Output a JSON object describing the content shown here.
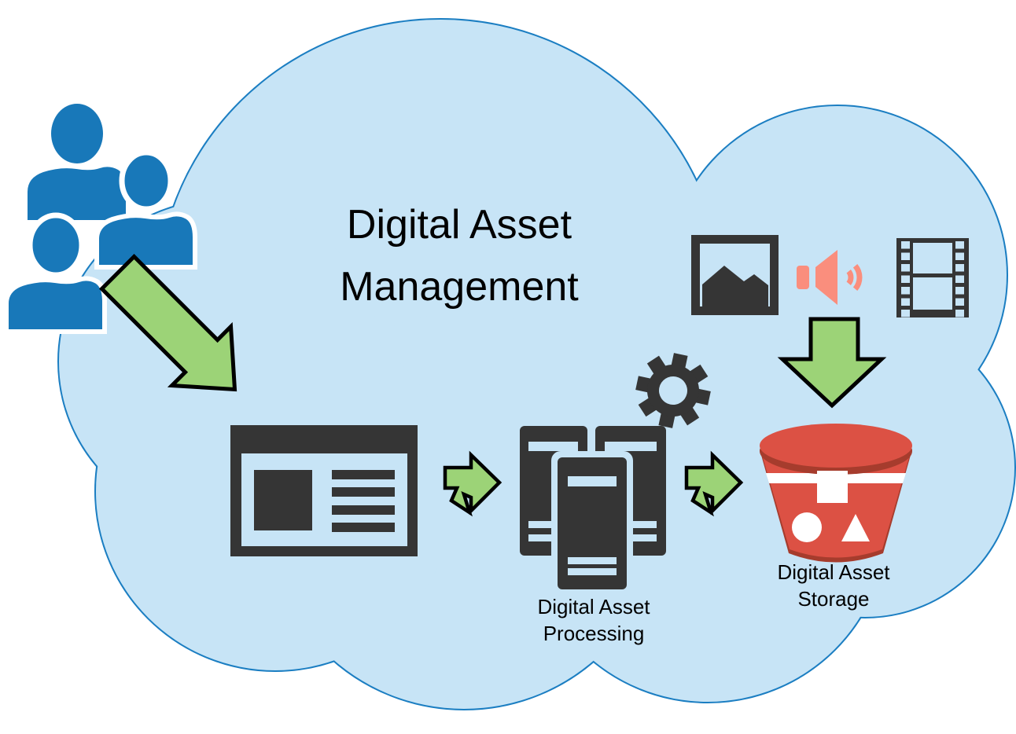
{
  "diagram": {
    "title": {
      "line1": "Digital Asset",
      "line2": "Management"
    },
    "labels": {
      "processing": {
        "line1": "Digital Asset",
        "line2": "Processing"
      },
      "storage": {
        "line1": "Digital Asset",
        "line2": "Storage"
      }
    },
    "icons": {
      "users": "user-group-icon",
      "image": "image-icon",
      "audio": "audio-speaker-icon",
      "video": "film-strip-icon",
      "web_window": "web-page-icon",
      "gear": "gear-icon",
      "servers": "server-stack-icon",
      "bucket": "storage-bucket-icon",
      "arrow": "green-block-arrow-icon"
    },
    "flows": [
      "users-to-web-page",
      "web-page-to-processing",
      "processing-to-storage",
      "media-assets-to-storage"
    ]
  },
  "colors": {
    "background": "#ffffff",
    "cloud_fill": "#c7e4f6",
    "cloud_stroke": "#1b7ec2",
    "person_blue": "#1878b9",
    "arrow_green": "#9cd377",
    "arrow_outline": "#000000",
    "icon_dark": "#353535",
    "audio_salmon": "#fa8e7d",
    "bucket_red": "#dc5144",
    "bucket_dark_red": "#a63c2d",
    "shape_white": "#ffffff",
    "text_color": "#000000"
  }
}
